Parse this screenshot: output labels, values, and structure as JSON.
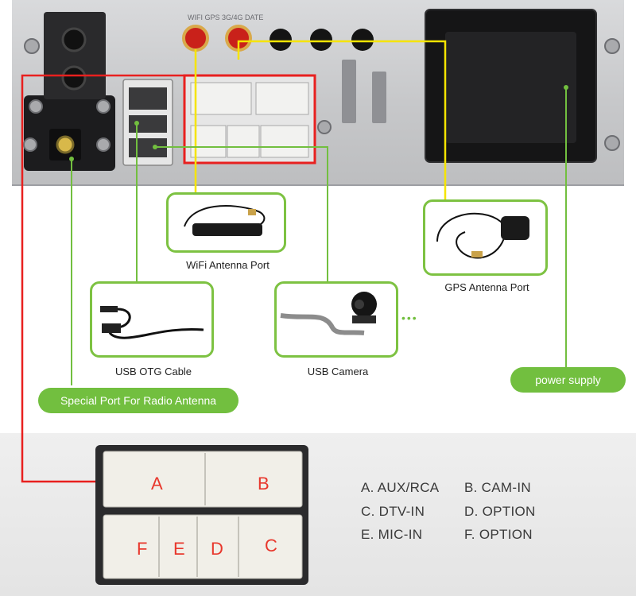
{
  "panel": {
    "top_labels": "WIFI  GPS  3G/4G  DATE"
  },
  "ports": {
    "wifi": "WiFi Antenna Port",
    "gps": "GPS Antenna Port",
    "usb_otg": "USB OTG Cable",
    "usb_camera": "USB Camera",
    "power": "power supply",
    "radio": "Special Port For Radio Antenna",
    "more": "•••"
  },
  "connector_letters": {
    "a": "A",
    "b": "B",
    "c": "C",
    "d": "D",
    "e": "E",
    "f": "F"
  },
  "legend": [
    {
      "left": "A. AUX/RCA",
      "right": "B. CAM-IN"
    },
    {
      "left": "C. DTV-IN",
      "right": "D. OPTION"
    },
    {
      "left": "E. MIC-IN",
      "right": "F. OPTION"
    }
  ],
  "colors": {
    "green": "#72bf3f",
    "yellow_line": "#f5e400",
    "red_line": "#e8201f",
    "antenna_red": "#d9261c"
  }
}
